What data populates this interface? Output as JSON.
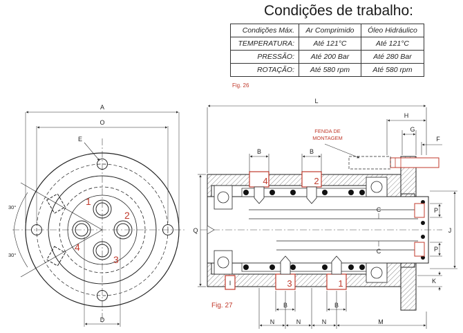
{
  "title": "Condições de trabalho:",
  "table": {
    "header": [
      "Condições Máx.",
      "Ar Comprimido",
      "Óleo Hidráulico"
    ],
    "rows": [
      [
        "TEMPERATURA:",
        "Até 121°C",
        "Até 121°C"
      ],
      [
        "PRESSÃO:",
        "Até 200 Bar",
        "Até 280 Bar"
      ],
      [
        "ROTAÇÃO:",
        "Até 580 rpm",
        "Até 580 rpm"
      ]
    ]
  },
  "fig26": "Fig. 26",
  "fig27": "Fig. 27",
  "front_view": {
    "dim_A": "A",
    "dim_O": "O",
    "dim_E": "E",
    "dim_D": "D",
    "angle_top": "30°",
    "angle_bottom": "30°",
    "ports": [
      "1",
      "2",
      "3",
      "4"
    ]
  },
  "side_view": {
    "dim_L": "L",
    "dim_H": "H",
    "dim_G": "G",
    "dim_F": "F",
    "dim_Q": "Q",
    "dim_J": "J",
    "dim_P_top": "P",
    "dim_P_bottom": "P",
    "dim_K": "K",
    "dim_M": "M",
    "dim_C_top": "C",
    "dim_C_bottom": "C",
    "dim_B_top_1": "B",
    "dim_B_top_2": "B",
    "dim_B_bottom_1": "B",
    "dim_B_bottom_2": "B",
    "dim_N_1": "N",
    "dim_N_2": "N",
    "dim_N_3": "N",
    "dim_I": "I",
    "slot_label_1": "FENDA DE",
    "slot_label_2": "MONTAGEM",
    "ports": [
      "4",
      "2",
      "3",
      "1"
    ]
  }
}
